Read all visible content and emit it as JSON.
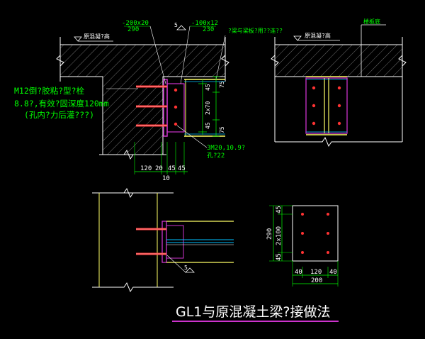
{
  "colors": {
    "background": "#000000",
    "concrete_outline": "#ffffff",
    "hatch": "#9a9a9a",
    "beam": "#ffff66",
    "plate": "#cc33cc",
    "bolt": "#ff3333",
    "dimension": "#00ff00",
    "leader": "#ffffff",
    "steel_section": "#00c0ff",
    "title_underline": "#cc33cc",
    "note_text": "#00ff00"
  },
  "section_view": {
    "slab_label": "原混凝?高",
    "plate_label_1": "-200x20",
    "plate_label_1b": "290",
    "plate_label_2": "-100x12",
    "plate_label_2b": "230",
    "weld_mark": "5",
    "note_top": "?梁与梁板?用??连??",
    "anchor_note_line1": "M12倒?胶粘?型?栓",
    "anchor_note_line2": "8.8?,有效?固深度120mm",
    "anchor_note_line3": "(孔内?力后灌???)",
    "bolt_note_line1": "3M20,10.9?",
    "bolt_note_line2": "孔?22",
    "dim_right": [
      "75",
      "45",
      "2x70",
      "45",
      "75"
    ],
    "dim_bottom": [
      "120",
      "20",
      "45",
      "45"
    ],
    "dim_bottom_total": "10"
  },
  "end_view": {
    "slab_label": "原混凝?高",
    "beam_label": "楼板底"
  },
  "plan_view": {
    "weld_mark": "5"
  },
  "plate_detail": {
    "dim_left_total": "290",
    "dim_left": [
      "45",
      "2x100",
      "45"
    ],
    "dim_bottom": [
      "40",
      "120",
      "40"
    ],
    "dim_bottom_total": "200"
  },
  "title": "GL1与原混凝土梁?接做法"
}
